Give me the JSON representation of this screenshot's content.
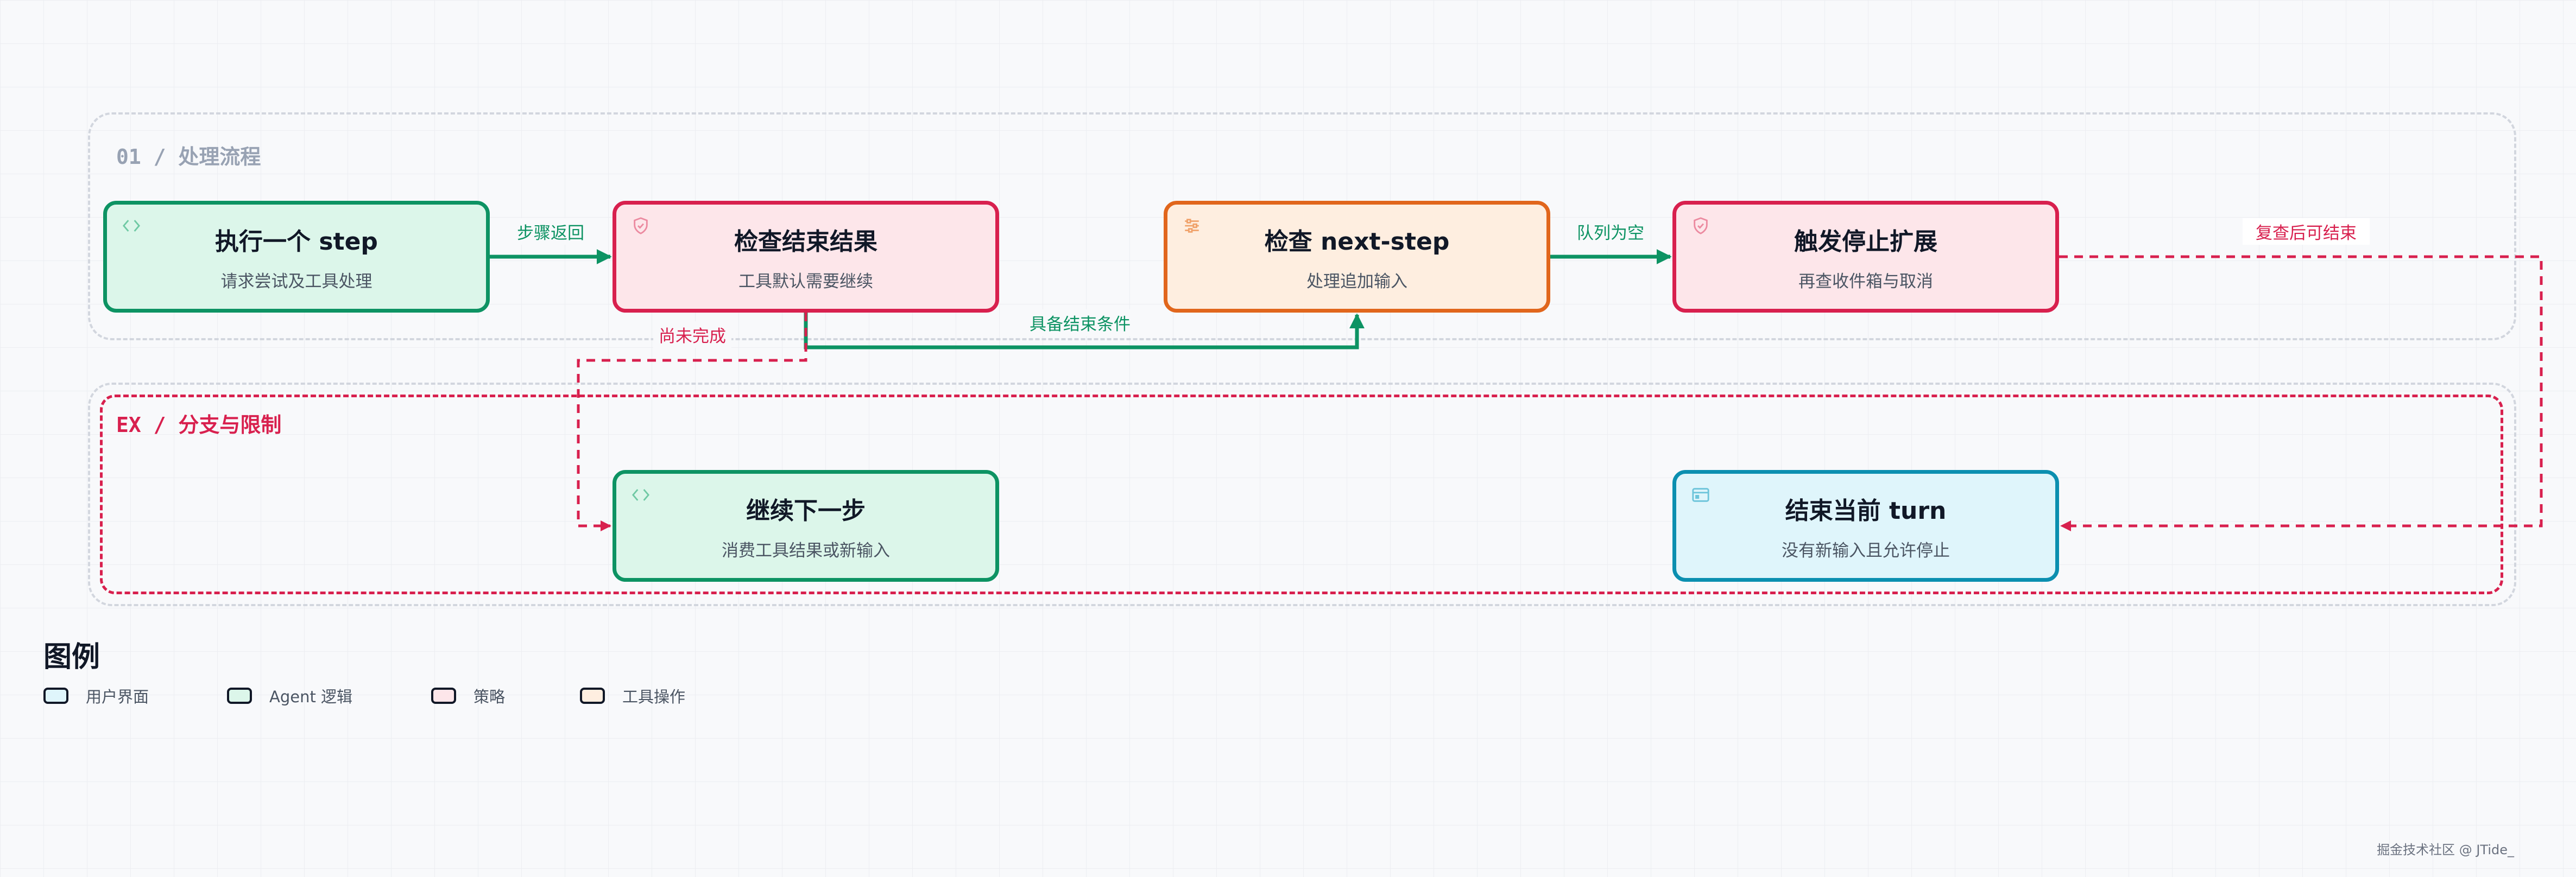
{
  "groups": {
    "flow_label": "01 / 处理流程",
    "ex_label": "EX / 分支与限制"
  },
  "nodes": {
    "exec": {
      "title": "执行一个 step",
      "subtitle": "请求尝试及工具处理",
      "icon": "code-icon",
      "category": "agent"
    },
    "check": {
      "title": "检查结束结果",
      "subtitle": "工具默认需要继续",
      "icon": "shield-icon",
      "category": "policy"
    },
    "next": {
      "title": "检查 next-step",
      "subtitle": "处理追加输入",
      "icon": "sliders-icon",
      "category": "tool"
    },
    "stop": {
      "title": "触发停止扩展",
      "subtitle": "再查收件箱与取消",
      "icon": "shield-icon",
      "category": "policy"
    },
    "cont": {
      "title": "继续下一步",
      "subtitle": "消费工具结果或新输入",
      "icon": "code-icon",
      "category": "agent"
    },
    "end": {
      "title": "结束当前 turn",
      "subtitle": "没有新输入且允许停止",
      "icon": "window-icon",
      "category": "ui"
    }
  },
  "edges": {
    "return": "步骤返回",
    "queue_empty": "队列为空",
    "condition": "具备结束条件",
    "unfinished": "尚未完成",
    "review": "复查后可结束"
  },
  "legend": {
    "title": "图例",
    "items": {
      "ui": "用户界面",
      "agent": "Agent 逻辑",
      "policy": "策略",
      "tool": "工具操作"
    }
  },
  "colors": {
    "agent": "#0d9363",
    "policy": "#d8204e",
    "tool": "#e1661c",
    "ui": "#0b8fb0"
  },
  "watermark": "掘金技术社区 @ JTide_"
}
